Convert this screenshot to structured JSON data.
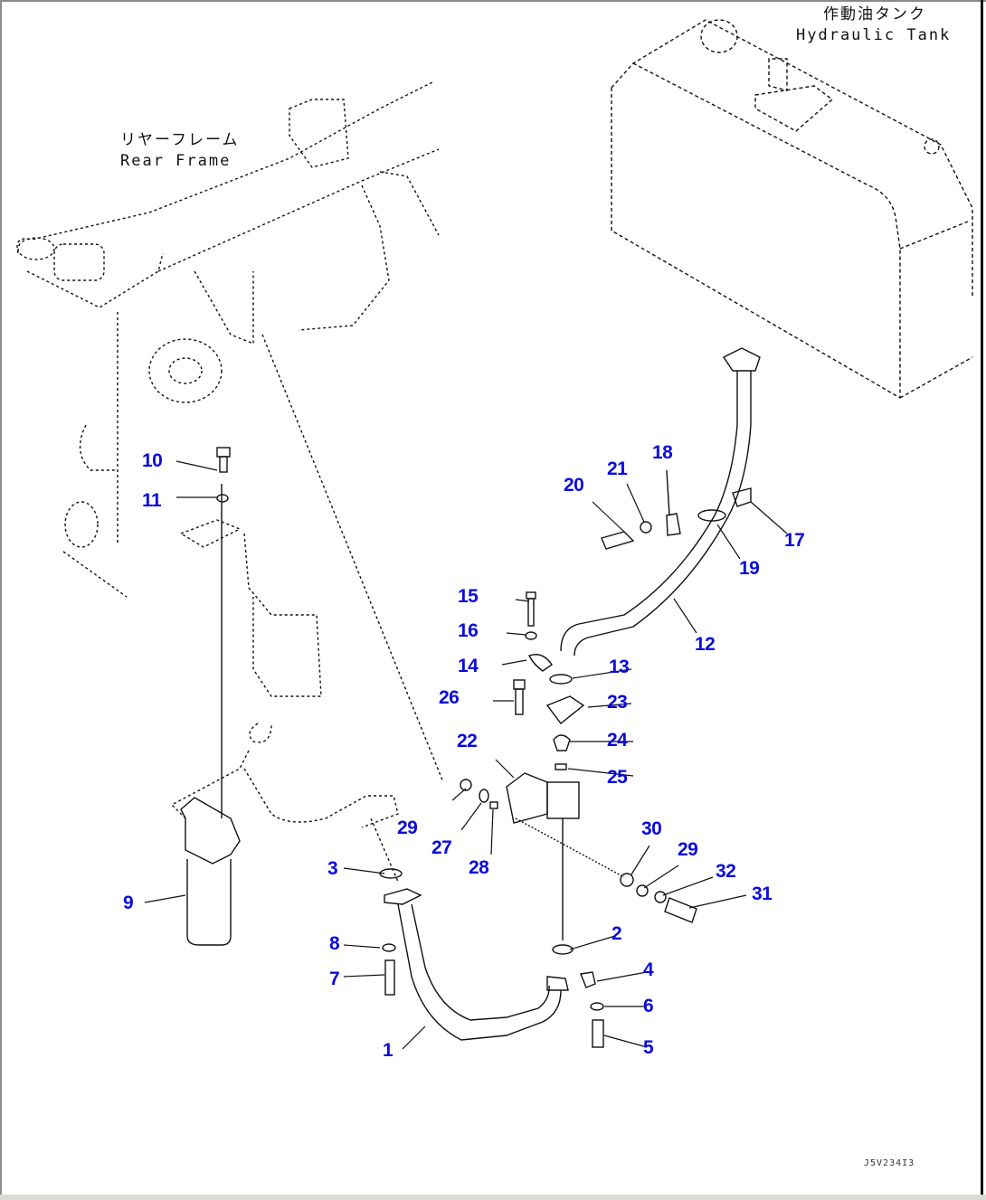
{
  "diagram": {
    "type": "exploded-parts-diagram",
    "subject": "Hydraulic piping (filter to hydraulic tank)",
    "label_color": "#0a0adc",
    "line_color": "#111111",
    "captions": {
      "hydraulic_tank_jp": "作動油タンク",
      "hydraulic_tank_en": "Hydraulic Tank",
      "rear_frame_jp": "リヤーフレーム",
      "rear_frame_en": "Rear Frame"
    },
    "drawing_id": "J5V234I3",
    "callouts": [
      {
        "id": "1",
        "text": "1"
      },
      {
        "id": "2",
        "text": "2"
      },
      {
        "id": "3",
        "text": "3"
      },
      {
        "id": "4",
        "text": "4"
      },
      {
        "id": "5",
        "text": "5"
      },
      {
        "id": "6",
        "text": "6"
      },
      {
        "id": "7",
        "text": "7"
      },
      {
        "id": "8",
        "text": "8"
      },
      {
        "id": "9",
        "text": "9"
      },
      {
        "id": "10",
        "text": "10"
      },
      {
        "id": "11",
        "text": "11"
      },
      {
        "id": "12",
        "text": "12"
      },
      {
        "id": "13",
        "text": "13"
      },
      {
        "id": "14",
        "text": "14"
      },
      {
        "id": "15",
        "text": "15"
      },
      {
        "id": "16",
        "text": "16"
      },
      {
        "id": "17",
        "text": "17"
      },
      {
        "id": "18",
        "text": "18"
      },
      {
        "id": "19",
        "text": "19"
      },
      {
        "id": "20",
        "text": "20"
      },
      {
        "id": "21",
        "text": "21"
      },
      {
        "id": "22",
        "text": "22"
      },
      {
        "id": "23",
        "text": "23"
      },
      {
        "id": "24",
        "text": "24"
      },
      {
        "id": "25",
        "text": "25"
      },
      {
        "id": "26",
        "text": "26"
      },
      {
        "id": "27",
        "text": "27"
      },
      {
        "id": "28",
        "text": "28"
      },
      {
        "id": "29a",
        "text": "29"
      },
      {
        "id": "29b",
        "text": "29"
      },
      {
        "id": "30",
        "text": "30"
      },
      {
        "id": "31",
        "text": "31"
      },
      {
        "id": "32",
        "text": "32"
      }
    ]
  }
}
